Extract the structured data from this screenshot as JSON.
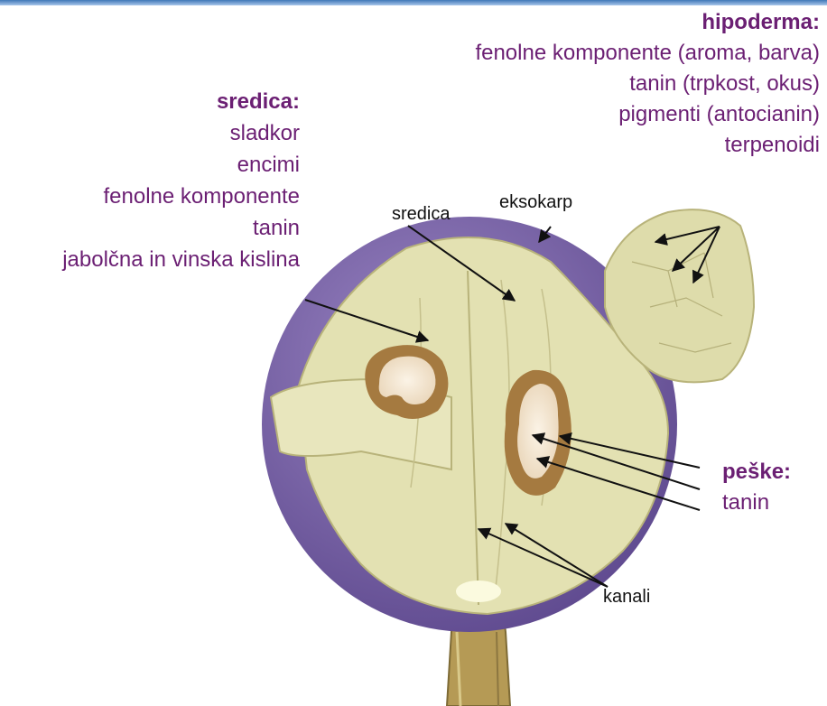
{
  "hipoderma": {
    "title": "hipoderma:",
    "lines": [
      "fenolne komponente (aroma, barva)",
      "tanin (trpkost, okus)",
      "pigmenti (antocianin)",
      "terpenoidi"
    ]
  },
  "sredica": {
    "title": "sredica:",
    "lines": [
      "sladkor",
      "encimi",
      "fenolne komponente",
      "tanin",
      "jabolčna in vinska kislina"
    ]
  },
  "peske": {
    "title": "peške:",
    "lines": [
      "tanin"
    ]
  },
  "labels": {
    "sredica": "sredica",
    "eksokarp": "eksokarp",
    "kanali": "kanali"
  },
  "colors": {
    "heading_purple": "#6b1f73",
    "skin_purple": "#7b62a6",
    "flesh": "#e3e1b2",
    "seed": "#a57a40",
    "stem": "#b59a55"
  }
}
